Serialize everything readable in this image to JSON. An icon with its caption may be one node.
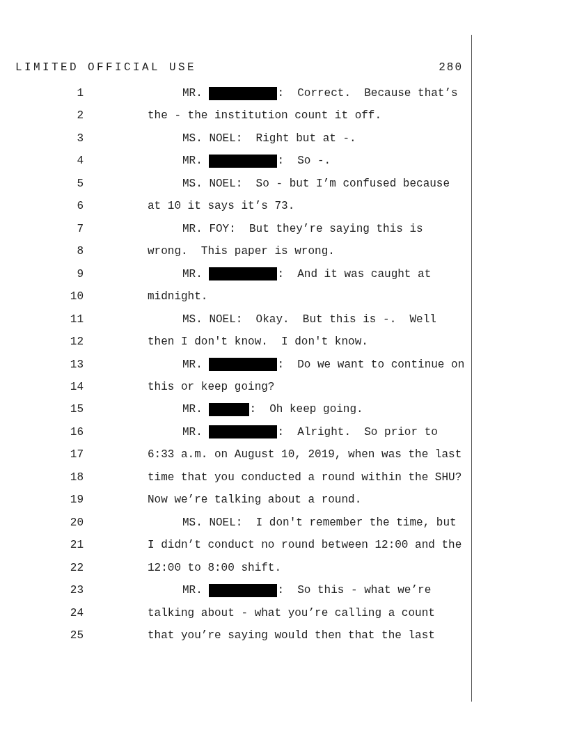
{
  "diagram": {
    "labels": [
      "LIMITED OFFICIAL USE",
      "280",
      "1",
      "MR.",
      ":  Correct.  Because that’s",
      "2",
      "the - the institution count it off.",
      "3",
      "MS. NOEL:  Right but at -.",
      "4",
      "MR.",
      ":  So -.",
      "5",
      "MS. NOEL:  So - but I’m confused because",
      "6",
      "at 10 it says it’s 73.",
      "7",
      "MR. FOY:  But they’re saying this is",
      "8",
      "wrong.  This paper is wrong.",
      "9",
      "MR.",
      ":  And it was caught at",
      "10",
      "midnight.",
      "11",
      "MS. NOEL:  Okay.  But this is -.  Well",
      "12",
      "then I don't know.  I don't know.",
      "13",
      "MR.",
      ":  Do we want to continue on",
      "14",
      "this or keep going?",
      "15",
      "MR.",
      ":  Oh keep going.",
      "16",
      "MR.",
      ":  Alright.  So prior to",
      "17",
      "6:33 a.m. on August 10, 2019, when was the last",
      "18",
      "time that you conducted a round within the SHU?",
      "19",
      "Now we’re talking about a round.",
      "20",
      "MS. NOEL:  I don't remember the time, but",
      "21",
      "I didn’t conduct no round between 12:00 and the",
      "22",
      "12:00 to 8:00 shift.",
      "23",
      "MR.",
      ":  So this - what we’re",
      "24",
      "talking about - what you’re calling a count",
      "25",
      "that you’re saying would then that the last"
    ]
  }
}
